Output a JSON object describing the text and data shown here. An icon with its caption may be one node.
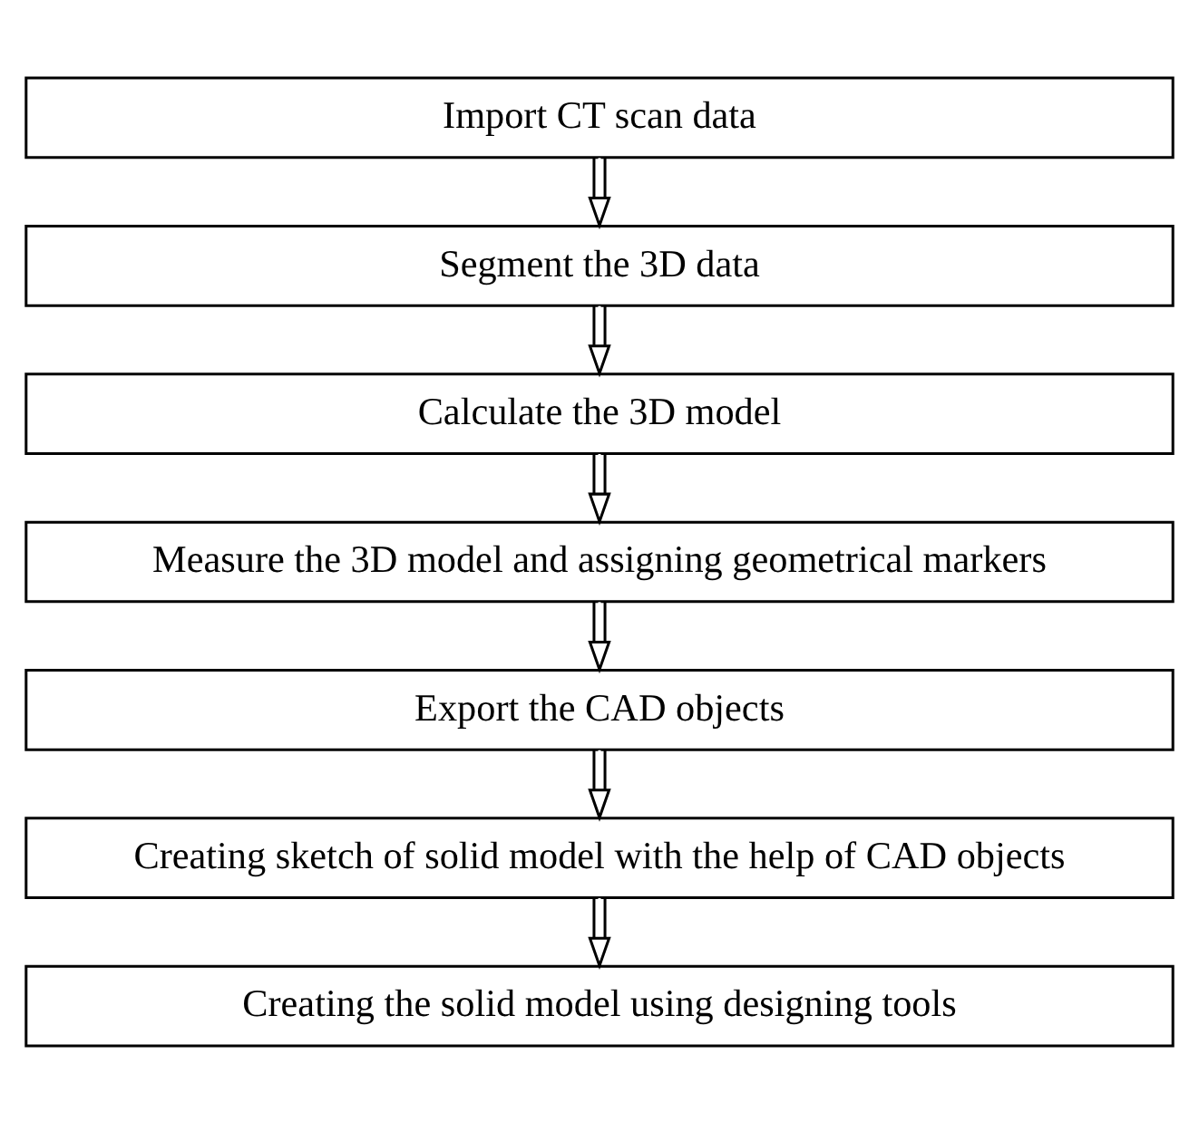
{
  "diagram": {
    "nodes": [
      {
        "text": [
          "Import CT scan data"
        ]
      },
      {
        "text": [
          "Segment the 3D data"
        ]
      },
      {
        "text": [
          "Calculate the 3D model"
        ]
      },
      {
        "text": [
          "Measure the 3D model and assigning geometrical markers"
        ]
      },
      {
        "text": [
          "Export the CAD objects"
        ]
      },
      {
        "text": [
          "Creating sketch of solid model with the help of CAD objects"
        ]
      },
      {
        "text": [
          "Creating the solid model using designing tools"
        ]
      }
    ],
    "edges": [
      {
        "from": 0,
        "to": 1,
        "arrow": "to"
      },
      {
        "from": 1,
        "to": 2,
        "arrow": "to"
      },
      {
        "from": 2,
        "to": 3,
        "arrow": "to"
      },
      {
        "from": 3,
        "to": 4,
        "arrow": "to"
      },
      {
        "from": 4,
        "to": 5,
        "arrow": "to"
      },
      {
        "from": 5,
        "to": 6,
        "arrow": "to"
      }
    ]
  }
}
